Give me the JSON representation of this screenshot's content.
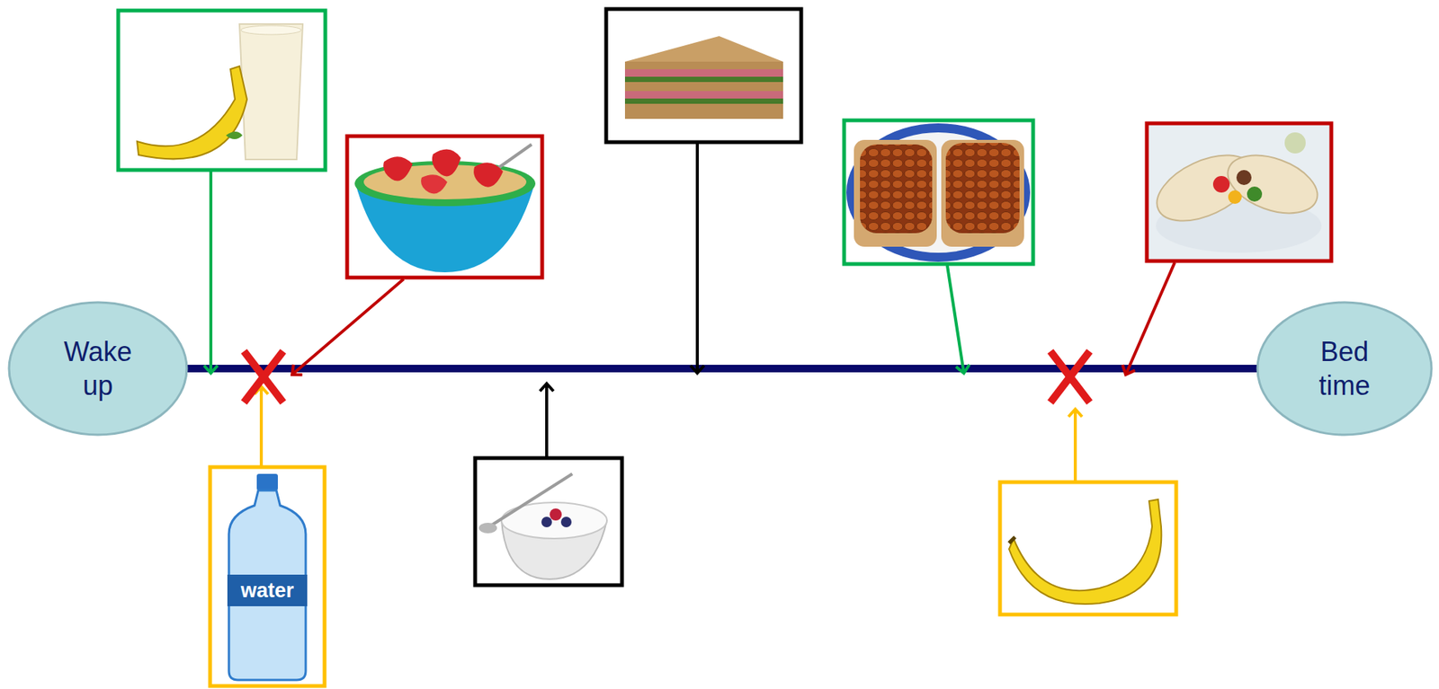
{
  "diagram": {
    "nodes": [
      {
        "text": [
          "Wake up"
        ]
      },
      {
        "text": [
          "Bed time"
        ]
      }
    ],
    "edges": [
      {
        "from": 0,
        "to": 1,
        "arrow": "none"
      }
    ],
    "labels": [
      "water"
    ]
  }
}
